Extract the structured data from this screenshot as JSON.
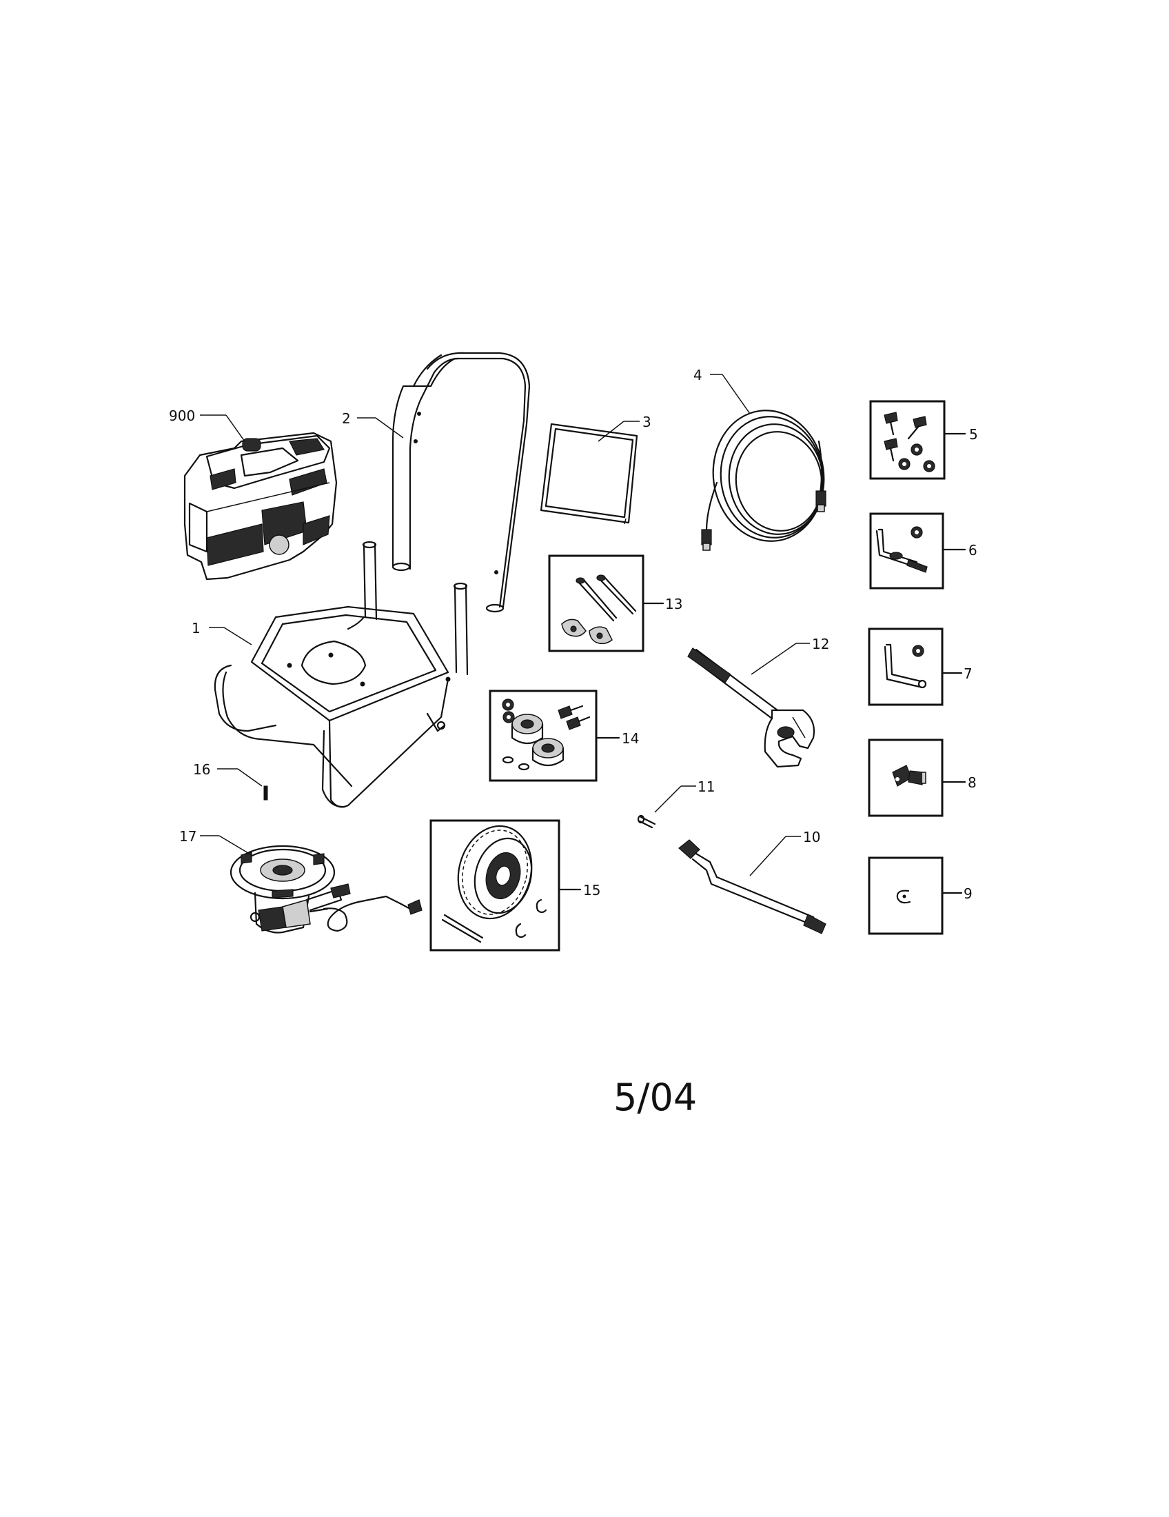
{
  "callouts": {
    "p900": "900",
    "p1": "1",
    "p2": "2",
    "p3": "3",
    "p4": "4",
    "p5": "5",
    "p6": "6",
    "p7": "7",
    "p8": "8",
    "p9": "9",
    "p10": "10",
    "p11": "11",
    "p12": "12",
    "p13": "13",
    "p14": "14",
    "p15": "15",
    "p16": "16",
    "p17": "17"
  },
  "date_code": "5/04"
}
